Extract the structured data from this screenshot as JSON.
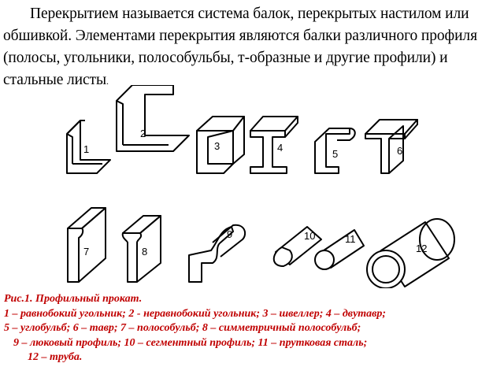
{
  "intro": {
    "text": "Перекрытием называется система балок, перекрытых настилом или обшивкой. Элементами перекрытия являются балки различного профиля (полосы, угольники, полособульбы, т-образные и другие профили) и стальные листы",
    "tail": "."
  },
  "figure": {
    "labels": [
      "1",
      "2",
      "3",
      "4",
      "5",
      "6",
      "7",
      "8",
      "9",
      "10",
      "11",
      "12"
    ]
  },
  "caption": {
    "title": "Рис.1. Профильный прокат.",
    "line1": "1 – равнобокий угольник; 2 - неравнобокий угольник; 3 – швеллер; 4 – двутавр;",
    "line2": "5 – углобульб; 6 – тавр; 7 – полособульб; 8 – симметричный полособульб;",
    "line3": "9 – люковый профиль; 10 – сегментный профиль; 11 – прутковая сталь;",
    "line4": "12 – труба."
  }
}
